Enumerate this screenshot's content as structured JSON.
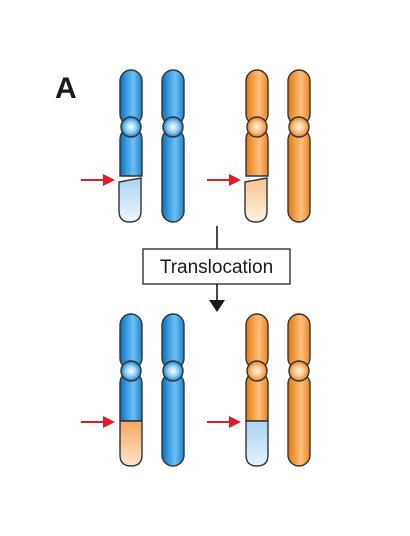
{
  "panel_label": "A",
  "process_label": "Translocation",
  "colors": {
    "blue": "#2a8fd6",
    "blue_light": "#cde6f8",
    "orange": "#f2922e",
    "orange_light": "#fde3c7",
    "arrow_red": "#e01b2a",
    "outline": "#333333",
    "flow_arrow": "#1a1a1a"
  },
  "icons": {
    "break_marker": "red-arrow-icon",
    "flow": "down-arrow-icon"
  },
  "before": [
    {
      "chromosome": "blue",
      "break": true
    },
    {
      "chromosome": "blue",
      "break": false
    },
    {
      "chromosome": "orange",
      "break": true
    },
    {
      "chromosome": "orange",
      "break": false
    }
  ],
  "after": [
    {
      "chromosome": "blue",
      "translocated_segment": "orange"
    },
    {
      "chromosome": "blue",
      "translocated_segment": null
    },
    {
      "chromosome": "orange",
      "translocated_segment": "blue"
    },
    {
      "chromosome": "orange",
      "translocated_segment": null
    }
  ]
}
